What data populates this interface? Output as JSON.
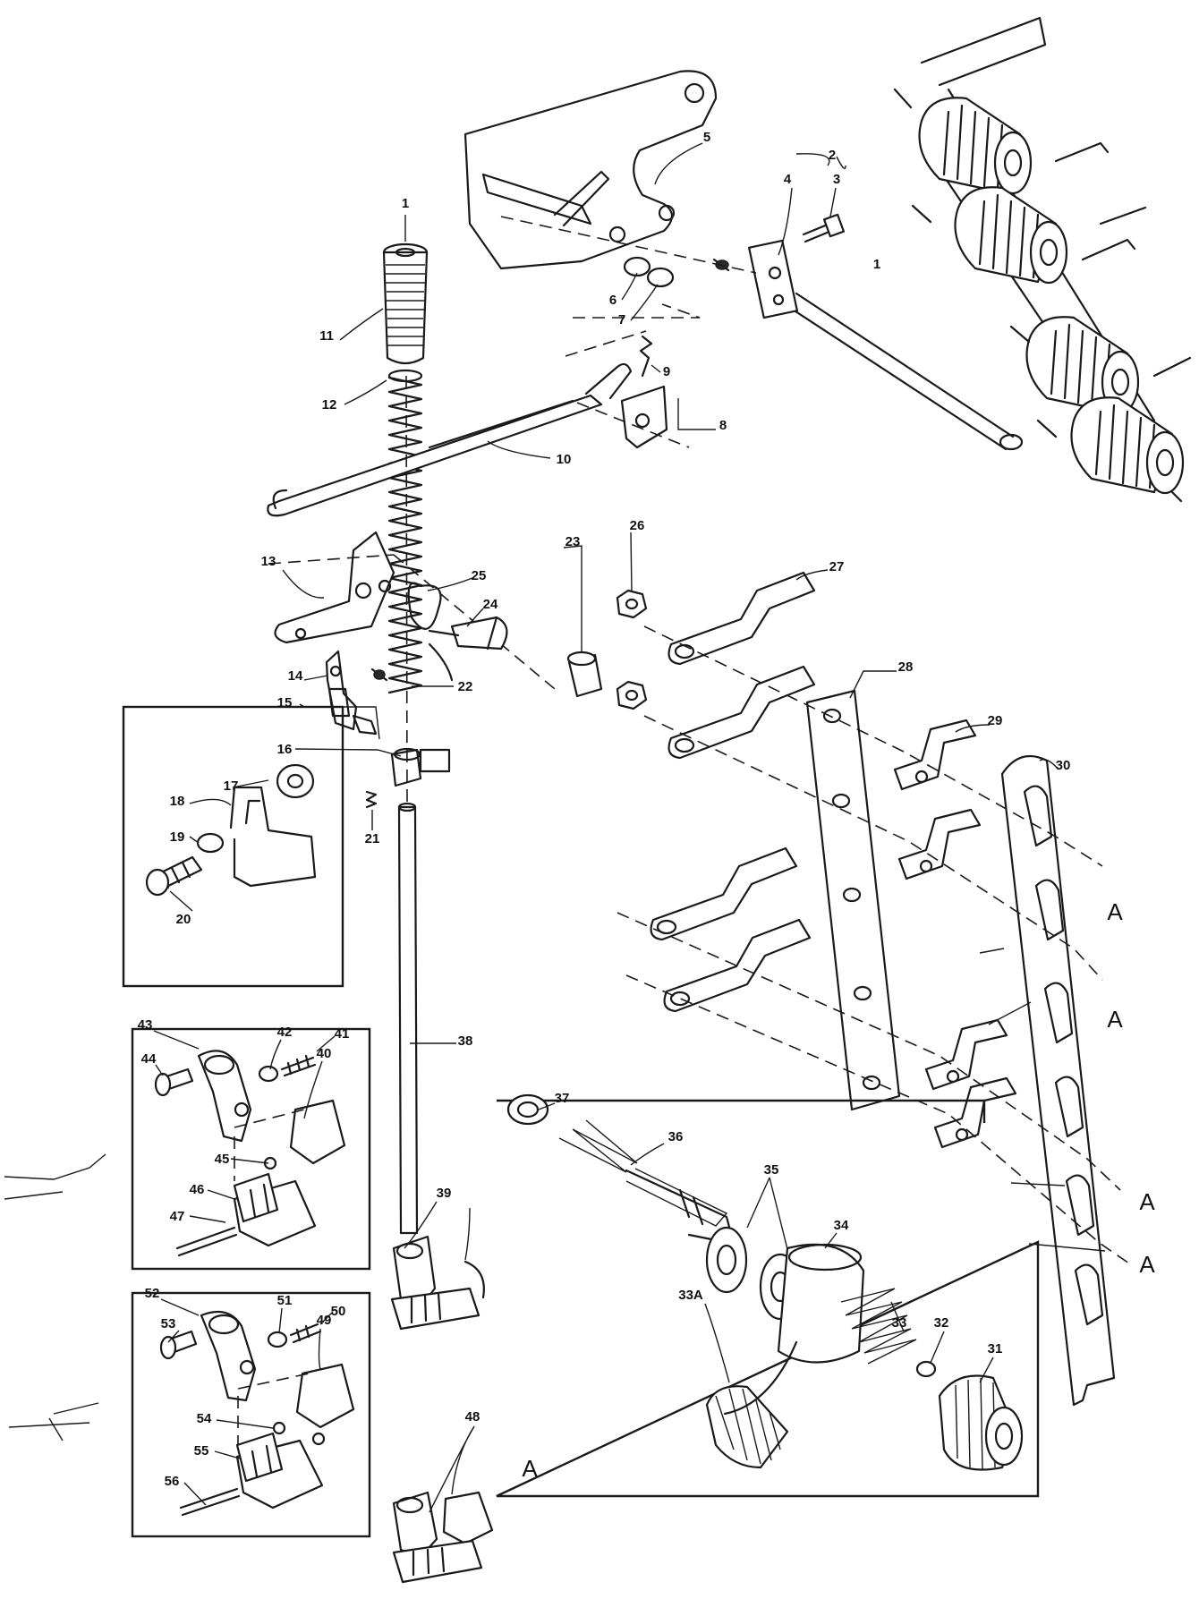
{
  "part_labels": [
    "1",
    "2",
    "3",
    "4",
    "5",
    "6",
    "7",
    "8",
    "9",
    "10",
    "11",
    "12",
    "13",
    "14",
    "15",
    "16",
    "17",
    "18",
    "19",
    "20",
    "21",
    "22",
    "23",
    "24",
    "25",
    "26",
    "27",
    "28",
    "29",
    "30",
    "31",
    "32",
    "33",
    "33A",
    "34",
    "35",
    "36",
    "37",
    "38",
    "39",
    "40",
    "41",
    "42",
    "43",
    "44",
    "45",
    "46",
    "47",
    "48",
    "49",
    "50",
    "51",
    "52",
    "53",
    "54",
    "55",
    "56"
  ],
  "detail_letter": "A",
  "connector_letter": "A"
}
